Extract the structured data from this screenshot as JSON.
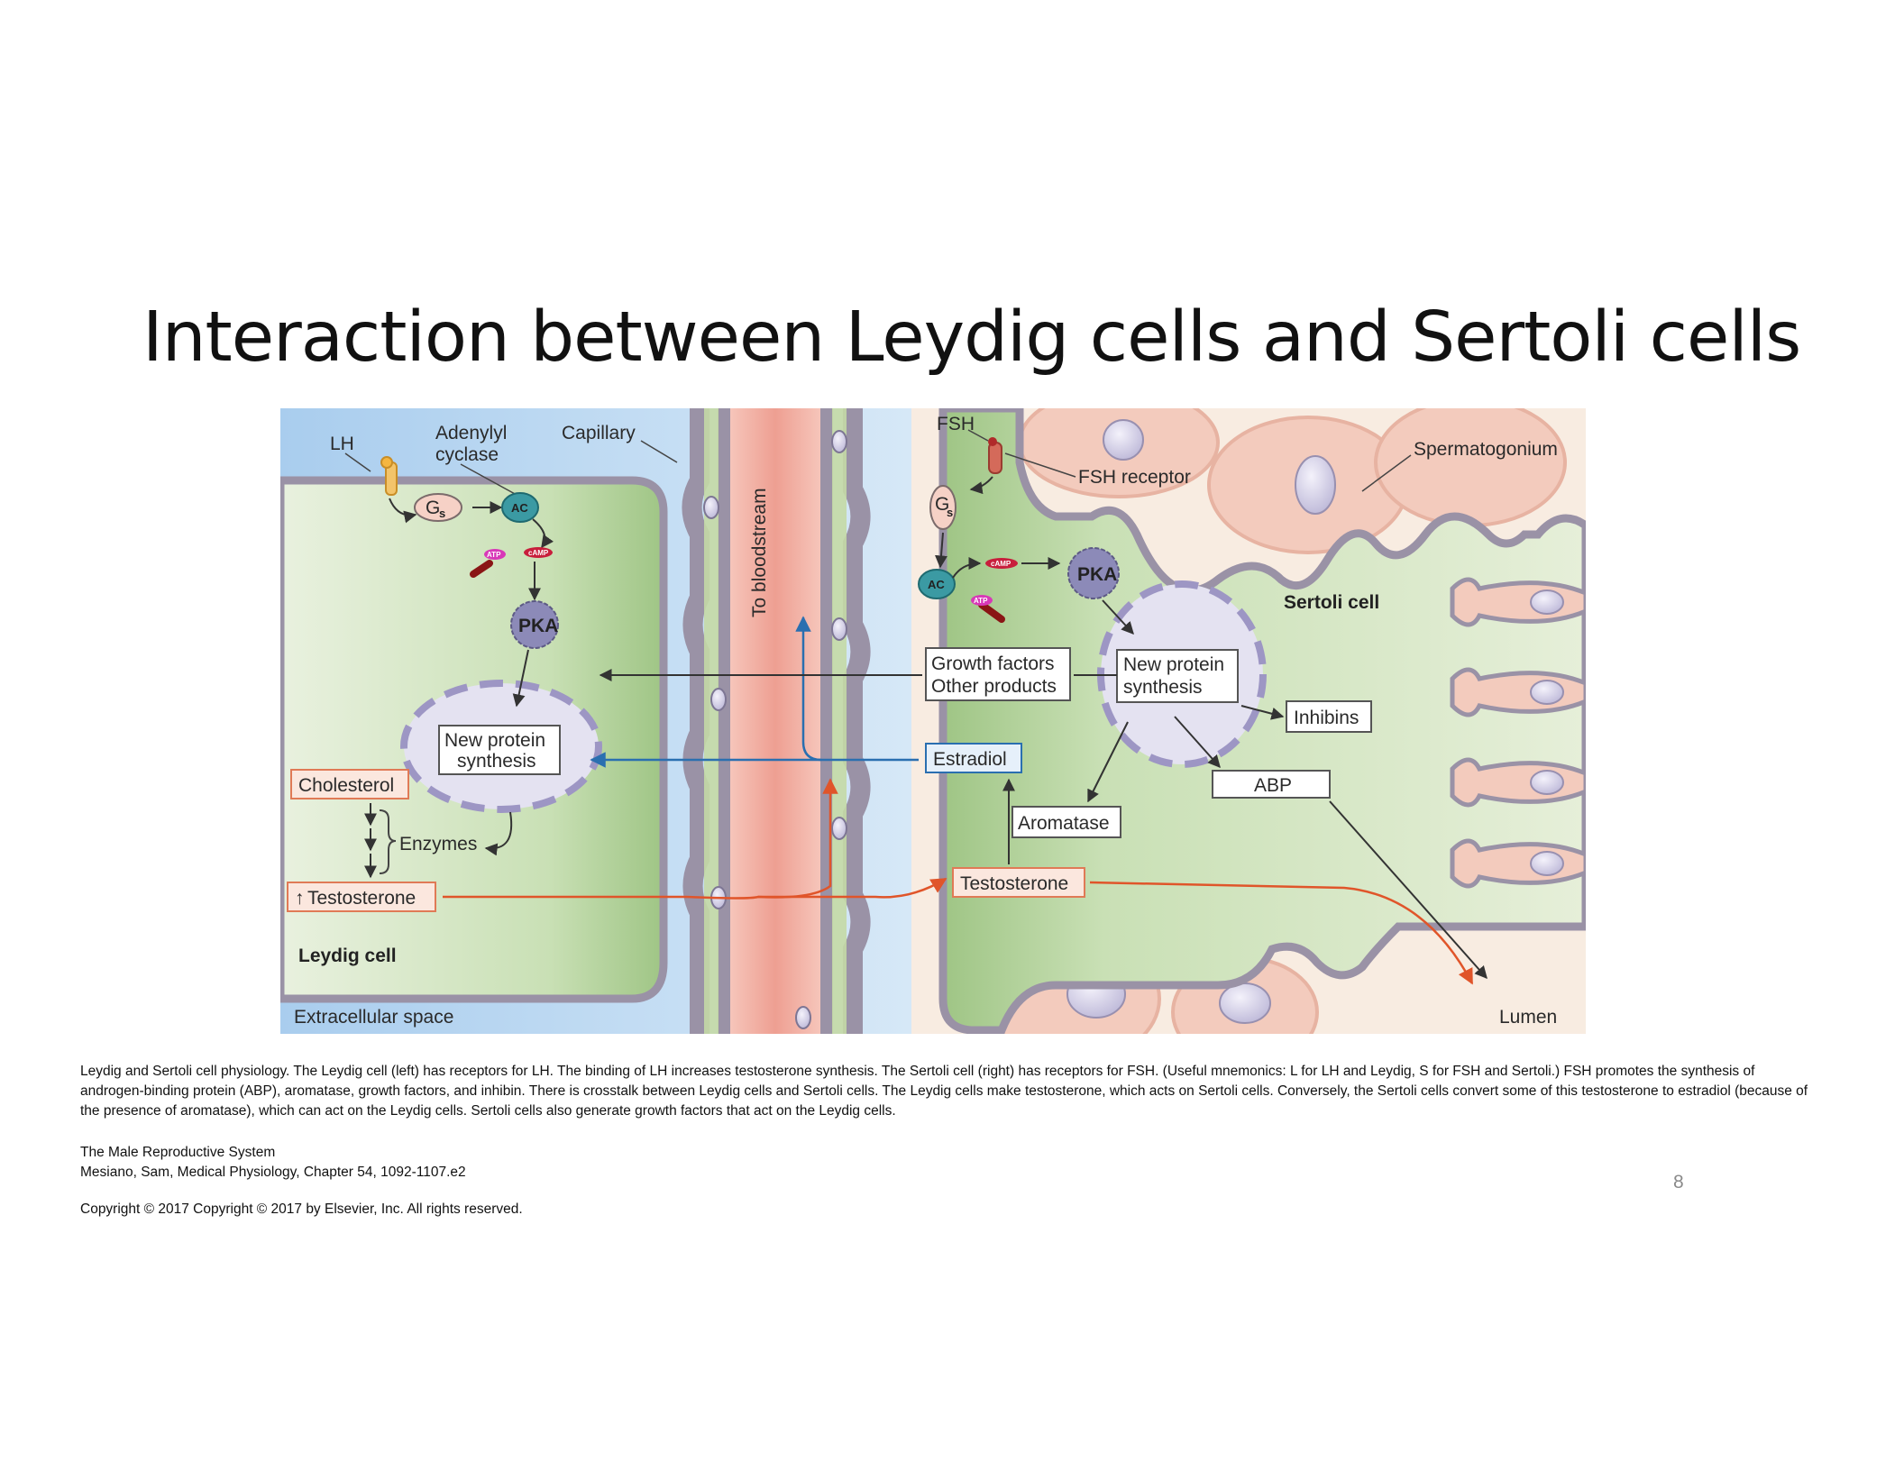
{
  "slide": {
    "title": "Interaction between Leydig cells and Sertoli cells",
    "page_number": "8"
  },
  "diagram": {
    "labels": {
      "lh": "LH",
      "adenylyl": "Adenylyl",
      "cyclase": "cyclase",
      "capillary": "Capillary",
      "fsh": "FSH",
      "fsh_receptor": "FSH receptor",
      "spermatogonium": "Spermatogonium",
      "sertoli_cell": "Sertoli cell",
      "leydig_cell": "Leydig cell",
      "extracellular_space": "Extracellular space",
      "lumen": "Lumen",
      "to_bloodstream": "To bloodstream",
      "enzymes": "Enzymes",
      "g": "G",
      "s": "s",
      "ac": "AC",
      "pka": "PKA",
      "atp": "ATP",
      "camp": "cAMP"
    },
    "boxes": {
      "cholesterol": "Cholesterol",
      "testosterone_up_arrow": "↑",
      "testosterone_leydig": "Testosterone",
      "new_protein_line1": "New protein",
      "new_protein_line2": "synthesis",
      "growth_factors": "Growth factors",
      "other_products": "Other products",
      "estradiol": "Estradiol",
      "aromatase": "Aromatase",
      "testosterone_sertoli": "Testosterone",
      "inhibins": "Inhibins",
      "abp": "ABP"
    },
    "colors": {
      "leydig_fill": "#b9d6a4",
      "sertoli_fill": "#c6ddb2",
      "capillary_fill": "#f2b8ad",
      "extracellular_fill": "#c4dcf1",
      "spermatid_fill": "#f6d4c8",
      "membrane": "#9a92a6",
      "ac_teal": "#3b9aa3",
      "pka_purple": "#8c8ab8",
      "blue_arrow": "#2a6fb0",
      "orange_arrow": "#e0552a"
    }
  },
  "caption": {
    "text": "Leydig and Sertoli cell physiology. The Leydig cell (left) has receptors for LH. The binding of LH increases testosterone synthesis. The Sertoli cell (right) has receptors for FSH. (Useful mnemonics: L for LH and Leydig, S for FSH and Sertoli.) FSH promotes the synthesis of androgen-binding protein (ABP), aromatase, growth factors, and inhibin. There is crosstalk between Leydig cells and Sertoli cells. The Leydig cells make testosterone, which acts on Sertoli cells. Conversely, the Sertoli cells convert some of this testosterone to estradiol (because of the presence of aromatase), which can act on the Leydig cells. Sertoli cells also generate growth factors that act on the Leydig cells."
  },
  "source": {
    "line1": "The Male Reproductive System",
    "line2": "Mesiano, Sam, Medical Physiology, Chapter 54, 1092-1107.e2"
  },
  "copyright": "Copyright ©  2017   Copyright © 2017 by Elsevier, Inc. All rights reserved."
}
